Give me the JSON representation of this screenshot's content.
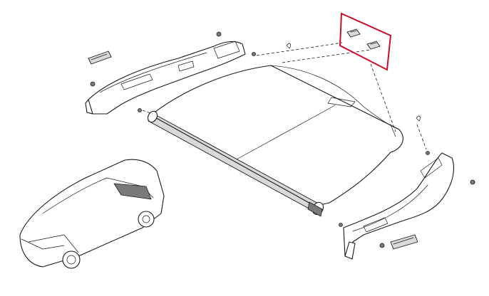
{
  "diagram": {
    "description_type": "exploded parts diagram",
    "highlight_color": "#c8102e",
    "line_color": "#1a1a1a",
    "background_color": "#ffffff",
    "parts": [
      {
        "name": "luggage-cover-roller",
        "icon": "roller-blind-icon"
      },
      {
        "name": "left-trim-panel",
        "icon": "trim-panel-icon"
      },
      {
        "name": "right-trim-panel",
        "icon": "trim-panel-icon"
      },
      {
        "name": "mounting-clips-highlighted",
        "icon": "clip-icon",
        "count": 2
      },
      {
        "name": "left-lamp-cover",
        "icon": "lamp-cover-icon"
      },
      {
        "name": "right-lamp-cover",
        "icon": "lamp-cover-icon"
      },
      {
        "name": "screws",
        "icon": "screw-icon"
      },
      {
        "name": "vehicle-locator",
        "icon": "car-icon"
      }
    ]
  }
}
